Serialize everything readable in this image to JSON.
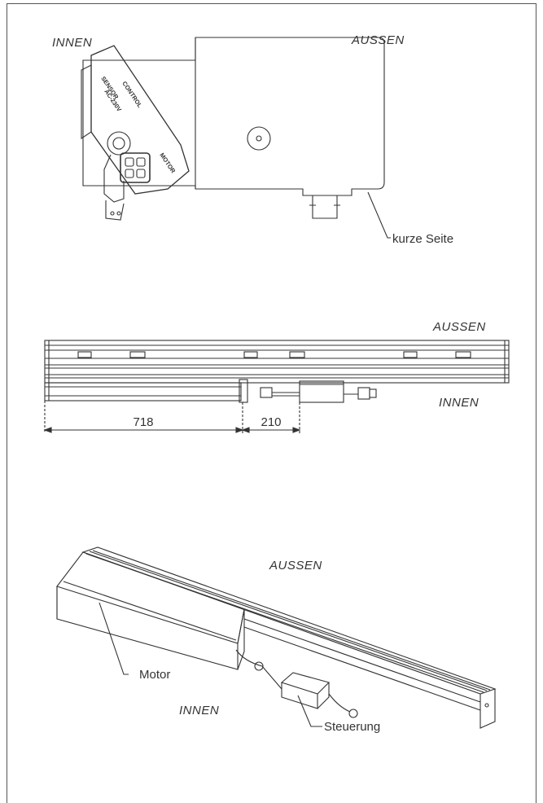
{
  "figure1": {
    "label_inside": "INNEN",
    "label_outside": "AUSSEN",
    "callout_short_side": "kurze Seite",
    "connector_text": [
      "CONTROL",
      "AC-230V",
      "SENSOR",
      "MOTOR"
    ]
  },
  "figure2": {
    "label_outside": "AUSSEN",
    "label_inside": "INNEN",
    "dimensions": [
      "718",
      "210"
    ]
  },
  "figure3": {
    "label_outside": "AUSSEN",
    "label_inside": "INNEN",
    "callout_motor": "Motor",
    "callout_control": "Steuerung"
  }
}
